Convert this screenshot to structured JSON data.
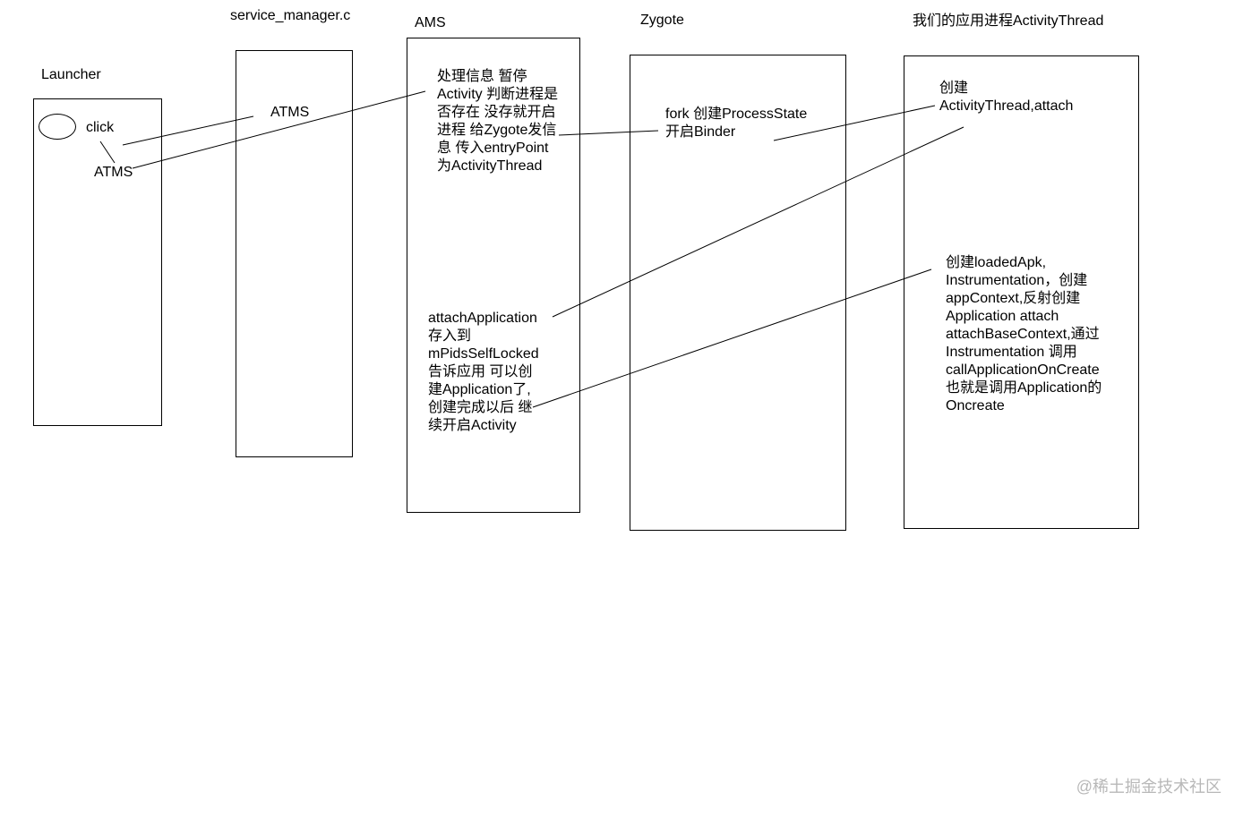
{
  "lanes": {
    "launcher": {
      "title": "Launcher"
    },
    "service_manager": {
      "title": "service_manager.c"
    },
    "ams": {
      "title": "AMS"
    },
    "zygote": {
      "title": "Zygote"
    },
    "app": {
      "title": "我们的应用进程ActivityThread"
    }
  },
  "notes": {
    "click": "click",
    "launcher_atms": "ATMS",
    "service_atms": "ATMS",
    "ams_process": "处理信息 暂停\nActivity 判断进程是\n否存在 没存就开启\n进程 给Zygote发信\n息 传入entryPoint\n为ActivityThread",
    "ams_attach": "attachApplication\n存入到\nmPidsSelfLocked\n告诉应用 可以创\n建Application了,\n创建完成以后 继\n续开启Activity",
    "zygote_fork": "fork 创建ProcessState\n开启Binder",
    "app_create_thread": "创建\nActivityThread,attach",
    "app_create_apk": "创建loadedApk,\nInstrumentation，创建\nappContext,反射创建\nApplication attach\nattachBaseContext,通过\nInstrumentation 调用\ncallApplicationOnCreate\n也就是调用Application的\nOncreate"
  },
  "watermark": "@稀土掘金技术社区"
}
